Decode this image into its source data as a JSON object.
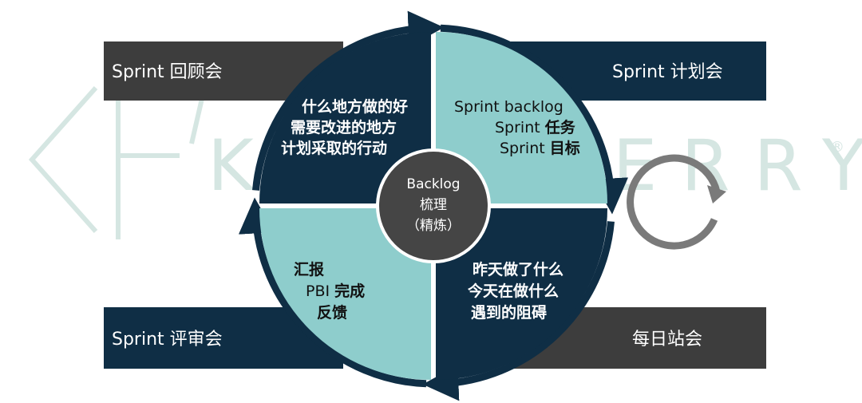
{
  "colors": {
    "dark_navy": "#0f2e45",
    "light_teal": "#8ecdcc",
    "banner_gray": "#3d3d3d",
    "center_gray": "#454545",
    "accent_gray": "#7a7a7a",
    "watermark": "#d5e6e2"
  },
  "watermark": {
    "text": "KORN FERRY",
    "registered_mark": "®"
  },
  "banners": {
    "retrospective": "Sprint 回顾会",
    "planning": "Sprint 计划会",
    "review": "Sprint 评审会",
    "daily": "每日站会"
  },
  "quadrants": {
    "top_left": {
      "lines": [
        "什么地方做的好",
        "需要改进的地方",
        "计划采取的行动"
      ]
    },
    "top_right": {
      "line1": "Sprint backlog",
      "line2_prefix": "Sprint ",
      "line2_suffix": "任务",
      "line3_prefix": "Sprint ",
      "line3_suffix": "目标"
    },
    "bottom_left": {
      "line1": "汇报",
      "line2_prefix": "PBI ",
      "line2_suffix": "完成",
      "line3": "反馈"
    },
    "bottom_right": {
      "lines": [
        "昨天做了什么",
        "今天在做什么",
        "遇到的阻碍"
      ]
    }
  },
  "center": {
    "line1": "Backlog",
    "line2": "梳理",
    "line3": "（精炼）"
  },
  "icons": [
    "cycle-arrow-icon",
    "clockwise-arrow-icon"
  ]
}
